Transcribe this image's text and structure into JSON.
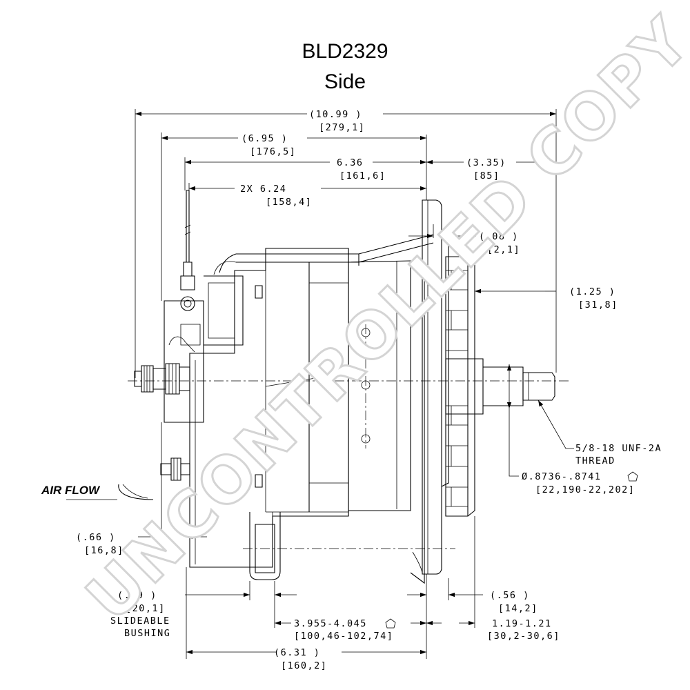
{
  "title": "BLD2329",
  "subtitle": "Side",
  "watermark": "UNCONTROLLED COPY",
  "dimensions": {
    "overall_length": {
      "inch": "(10.99   )",
      "mm": "[279,1]"
    },
    "length_695": {
      "inch": "(6.95   )",
      "mm": "[176,5]"
    },
    "length_636": {
      "inch": "6.36",
      "mm": "[161,6]"
    },
    "length_624": {
      "inch": "2X 6.24",
      "mm": "[158,4]"
    },
    "shaft_335": {
      "inch": "(3.35)",
      "mm": "[85]"
    },
    "gap_008": {
      "inch": "(.08   )",
      "mm": "[2,1]"
    },
    "shaft_125": {
      "inch": "(1.25   )",
      "mm": "[31,8]"
    },
    "offset_066": {
      "inch": "(.66   )",
      "mm": "[16,8]"
    },
    "bushing_079": {
      "inch": "(.79   )",
      "mm": "[20,1]"
    },
    "bushing_label_1": "SLIDEABLE",
    "bushing_label_2": "BUSHING",
    "mount_3955": {
      "inch": "3.955-4.045",
      "mm": "[100,46-102,74]"
    },
    "mount_056": {
      "inch": "(.56   )",
      "mm": "[14,2]"
    },
    "mount_119": {
      "inch": "1.19-1.21",
      "mm": "[30,2-30,6]"
    },
    "length_631": {
      "inch": "(6.31   )",
      "mm": "[160,2]"
    }
  },
  "callouts": {
    "thread_1": "5/8-18 UNF-2A",
    "thread_2": "THREAD",
    "bore_1": "Ø.8736-.8741",
    "bore_2": "[22,190-22,202]"
  },
  "airflow_label": "AIR FLOW"
}
